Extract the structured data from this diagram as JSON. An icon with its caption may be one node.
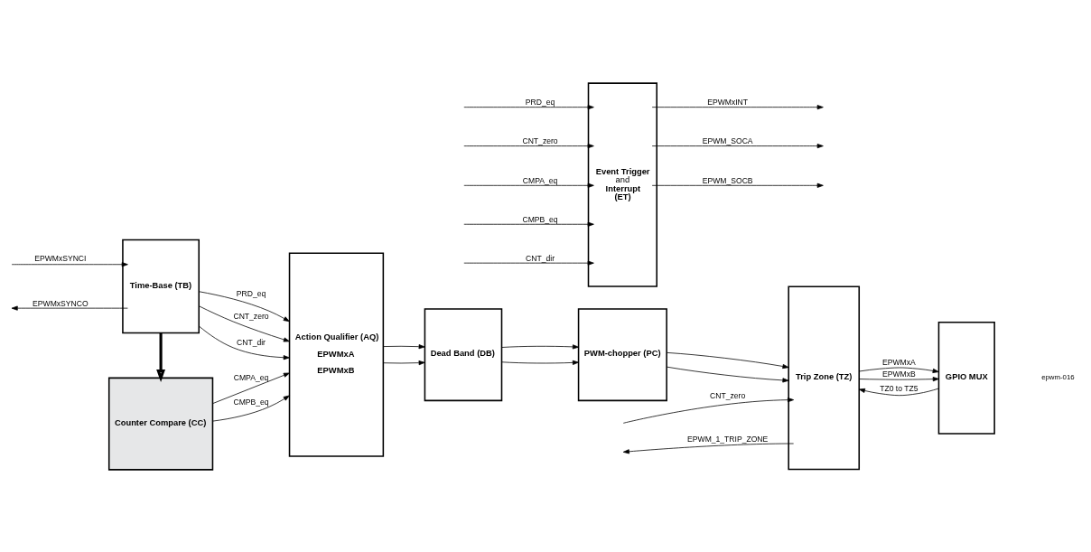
{
  "diagram": {
    "nodes": [
      {
        "text": [
          "Time-Base (TB)"
        ]
      },
      {
        "text": [
          "Counter Compare (CC)"
        ]
      },
      {
        "text": [
          "Action Qualifier (AQ)",
          "EPWMxA",
          "EPWMxB"
        ]
      },
      {
        "text": [
          "Event Trigger",
          "and",
          "Interrupt",
          "(ET)"
        ]
      },
      {
        "text": [
          "Dead Band (DB)"
        ]
      },
      {
        "text": [
          "PWM-chopper (PC)"
        ]
      },
      {
        "text": [
          "Trip Zone (TZ)"
        ]
      },
      {
        "text": [
          "GPIO MUX"
        ]
      }
    ],
    "edges": [
      {
        "from": null,
        "to": 0,
        "arrow": "to",
        "label": "EPWMxSYNCI"
      },
      {
        "from": 0,
        "to": null,
        "arrow": "to",
        "label": "EPWMxSYNCO"
      },
      {
        "from": 0,
        "to": 2,
        "arrow": "to",
        "label": "PRD_eq"
      },
      {
        "from": 0,
        "to": 2,
        "arrow": "to",
        "label": "CNT_zero"
      },
      {
        "from": 0,
        "to": 2,
        "arrow": "to",
        "label": "CNT_dir"
      },
      {
        "from": 0,
        "to": 1,
        "arrow": "to",
        "style": "thick"
      },
      {
        "from": 1,
        "to": 2,
        "arrow": "to",
        "label": "CMPA_eq"
      },
      {
        "from": 1,
        "to": 2,
        "arrow": "to",
        "label": "CMPB_eq"
      },
      {
        "from": 3,
        "to": null,
        "arrow": "to",
        "label": "EPWMxINT"
      },
      {
        "from": 3,
        "to": null,
        "arrow": "to",
        "label": "EPWM_SOCA"
      },
      {
        "from": 3,
        "to": null,
        "arrow": "to",
        "label": "EPWM_SOCB"
      },
      {
        "from": null,
        "to": 3,
        "arrow": "to",
        "label": "PRD_eq"
      },
      {
        "from": null,
        "to": 3,
        "arrow": "to",
        "label": "CNT_zero"
      },
      {
        "from": null,
        "to": 3,
        "arrow": "to",
        "label": "CMPA_eq"
      },
      {
        "from": null,
        "to": 3,
        "arrow": "to",
        "label": "CMPB_eq"
      },
      {
        "from": null,
        "to": 3,
        "arrow": "to",
        "label": "CNT_dir"
      },
      {
        "from": 2,
        "to": 4,
        "arrow": "to"
      },
      {
        "from": 2,
        "to": 4,
        "arrow": "to"
      },
      {
        "from": 4,
        "to": 5,
        "arrow": "to"
      },
      {
        "from": 4,
        "to": 5,
        "arrow": "to"
      },
      {
        "from": 5,
        "to": 6,
        "arrow": "to"
      },
      {
        "from": 5,
        "to": 6,
        "arrow": "to"
      },
      {
        "from": 6,
        "to": 7,
        "arrow": "to",
        "label": "EPWMxA"
      },
      {
        "from": 6,
        "to": 7,
        "arrow": "to",
        "label": "EPWMxB"
      },
      {
        "from": 7,
        "to": 6,
        "arrow": "to",
        "label": "TZ0 to TZ5"
      },
      {
        "from": null,
        "to": 6,
        "arrow": "to",
        "label": "CNT_zero"
      },
      {
        "from": 6,
        "to": null,
        "arrow": "to",
        "label": "EPWM_1_TRIP_ZONE"
      }
    ],
    "labels": [
      "epwm-016"
    ]
  }
}
